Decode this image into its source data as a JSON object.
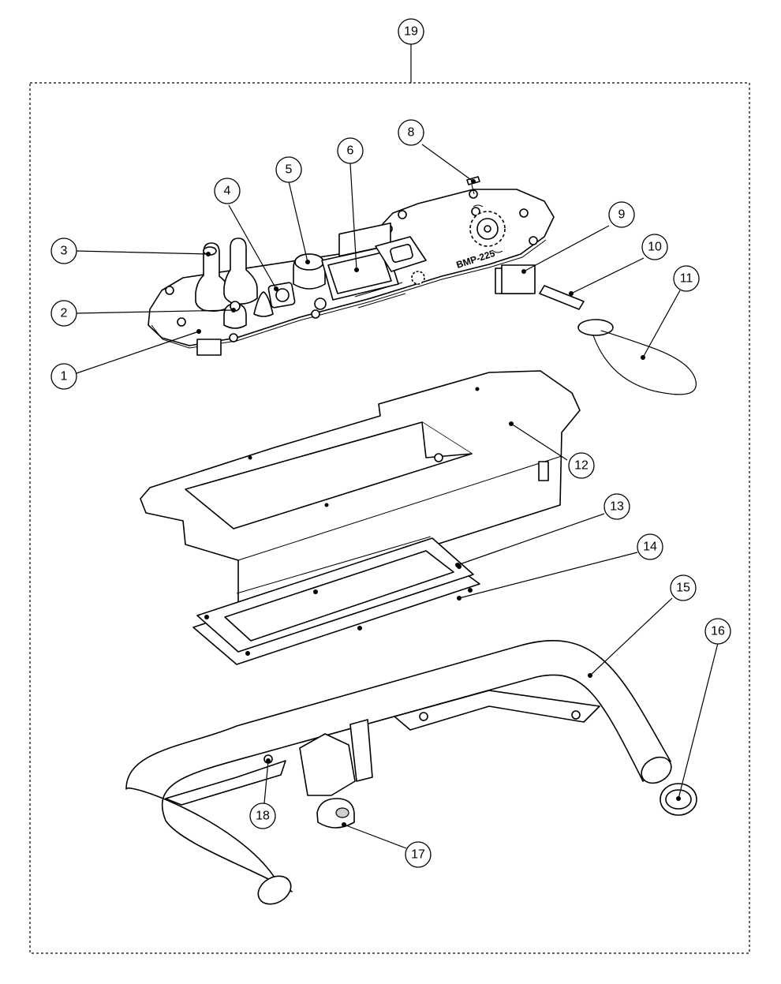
{
  "diagram": {
    "callouts": [
      {
        "id": "1",
        "label": "1"
      },
      {
        "id": "2",
        "label": "2"
      },
      {
        "id": "3",
        "label": "3"
      },
      {
        "id": "4",
        "label": "4"
      },
      {
        "id": "5",
        "label": "5"
      },
      {
        "id": "6",
        "label": "6"
      },
      {
        "id": "8",
        "label": "8"
      },
      {
        "id": "9",
        "label": "9"
      },
      {
        "id": "10",
        "label": "10"
      },
      {
        "id": "11",
        "label": "11"
      },
      {
        "id": "12",
        "label": "12"
      },
      {
        "id": "13",
        "label": "13"
      },
      {
        "id": "14",
        "label": "14"
      },
      {
        "id": "15",
        "label": "15"
      },
      {
        "id": "16",
        "label": "16"
      },
      {
        "id": "17",
        "label": "17"
      },
      {
        "id": "18",
        "label": "18"
      },
      {
        "id": "19",
        "label": "19"
      }
    ],
    "board_marking": "BMP-225"
  }
}
